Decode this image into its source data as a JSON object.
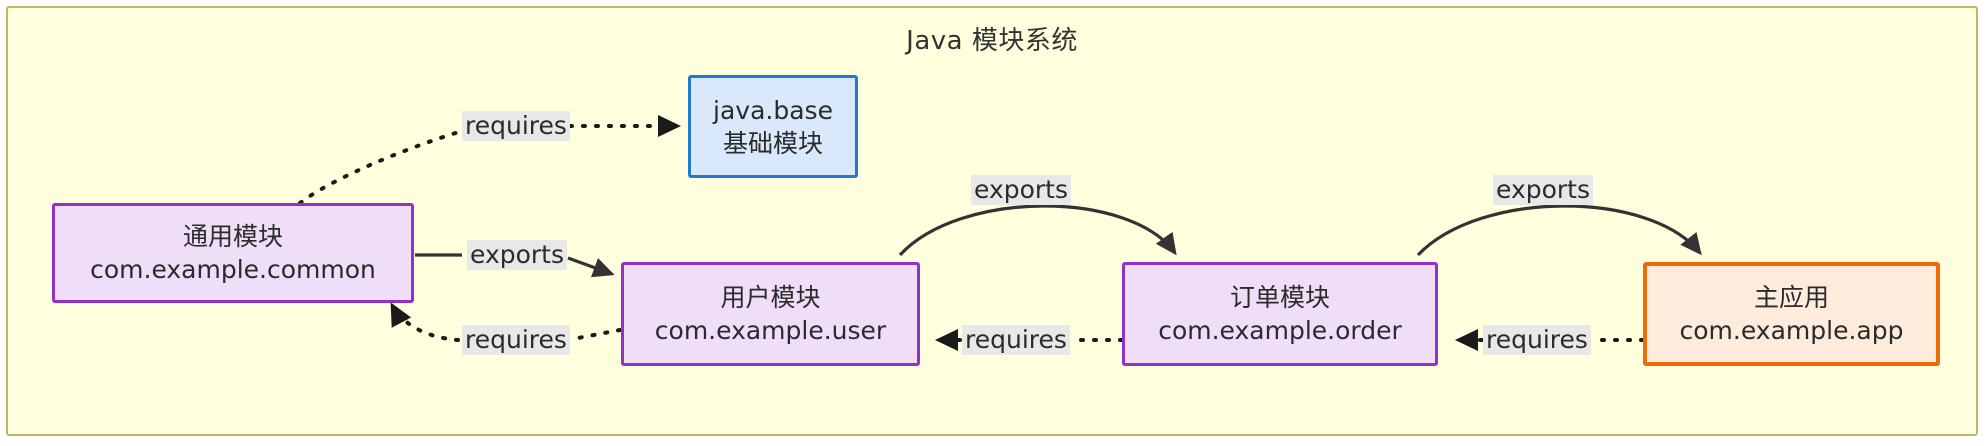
{
  "diagram": {
    "title": "Java 模块系统",
    "canvas_background": "#ffffdd",
    "canvas_border_color": "#bdb76b"
  },
  "nodes": [
    {
      "id": "java-base",
      "line1": "java.base",
      "line2": "基础模块",
      "style": "blue",
      "fill": "#dae8fc",
      "stroke": "#1f7ad4"
    },
    {
      "id": "common",
      "line1": "通用模块",
      "line2": "com.example.common",
      "style": "purple",
      "fill": "#f0ddf8",
      "stroke": "#9430c9"
    },
    {
      "id": "user",
      "line1": "用户模块",
      "line2": "com.example.user",
      "style": "purple",
      "fill": "#f0ddf8",
      "stroke": "#9430c9"
    },
    {
      "id": "order",
      "line1": "订单模块",
      "line2": "com.example.order",
      "style": "purple",
      "fill": "#f0ddf8",
      "stroke": "#9430c9"
    },
    {
      "id": "app",
      "line1": "主应用",
      "line2": "com.example.app",
      "style": "orange",
      "fill": "#fdebdc",
      "stroke": "#eb6c09"
    }
  ],
  "edges": [
    {
      "id": "common-requires-javabase",
      "label": "requires",
      "from": "common",
      "to": "java-base",
      "line": "dotted"
    },
    {
      "id": "common-exports-user",
      "label": "exports",
      "from": "common",
      "to": "user",
      "line": "solid"
    },
    {
      "id": "user-requires-common",
      "label": "requires",
      "from": "user",
      "to": "common",
      "line": "dotted"
    },
    {
      "id": "user-exports-order",
      "label": "exports",
      "from": "user",
      "to": "order",
      "line": "solid"
    },
    {
      "id": "order-requires-user",
      "label": "requires",
      "from": "order",
      "to": "user",
      "line": "dotted"
    },
    {
      "id": "order-exports-app",
      "label": "exports",
      "from": "order",
      "to": "app",
      "line": "solid"
    },
    {
      "id": "app-requires-order",
      "label": "requires",
      "from": "app",
      "to": "order",
      "line": "dotted"
    }
  ]
}
